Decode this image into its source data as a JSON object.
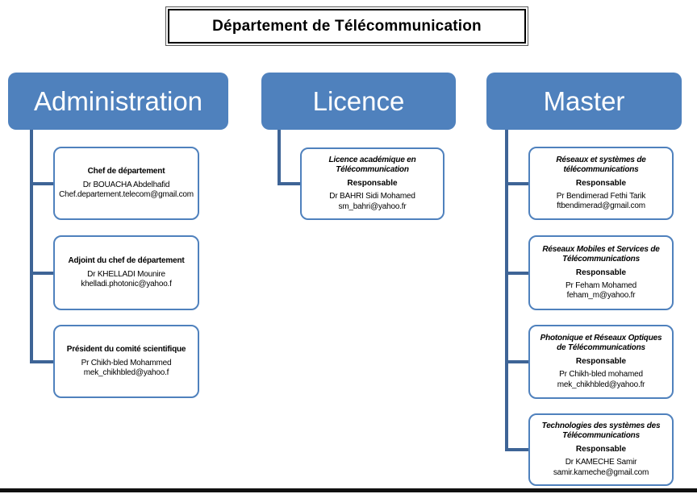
{
  "title": "Département de Télécommunication",
  "colors": {
    "header_fill": "#4F81BD",
    "header_text": "#FFFFFF",
    "box_border": "#4F81BD",
    "connector": "#3E6496"
  },
  "columns": [
    {
      "header": "Administration",
      "children": [
        {
          "title": "Chef de département",
          "name": "Dr BOUACHA Abdelhafid",
          "email": "Chef.departement.telecom@gmail.com"
        },
        {
          "title": "Adjoint du chef de département",
          "name": "Dr KHELLADI Mounire",
          "email": "khelladi.photonic@yahoo.f"
        },
        {
          "title": "Président du comité scientifique",
          "name": "Pr Chikh-bled Mohammed",
          "email": "mek_chikhbled@yahoo.f"
        }
      ]
    },
    {
      "header": "Licence",
      "children": [
        {
          "title": "Licence académique en Télécommunication",
          "responsable": "Responsable",
          "name": "Dr BAHRI Sidi Mohamed",
          "email": "sm_bahri@yahoo.fr"
        }
      ]
    },
    {
      "header": "Master",
      "children": [
        {
          "title": "Réseaux  et systèmes de télécommunications",
          "responsable": "Responsable",
          "name": "Pr Bendimerad Fethi Tarik",
          "email": "ftbendimerad@gmail.com"
        },
        {
          "title": "Réseaux Mobiles et Services de Télécommunications",
          "responsable": "Responsable",
          "name": "Pr Feham Mohamed",
          "email": "feham_m@yahoo.fr"
        },
        {
          "title": "Photonique  et Réseaux Optiques de Télécommunications",
          "responsable": "Responsable",
          "name": "Pr Chikh-bled mohamed",
          "email": "mek_chikhbled@yahoo.fr"
        },
        {
          "title": "Technologies des systèmes des Télécommunications",
          "responsable": "Responsable",
          "name": "Dr KAMECHE Samir",
          "email": "samir.kameche@gmail.com"
        }
      ]
    }
  ]
}
